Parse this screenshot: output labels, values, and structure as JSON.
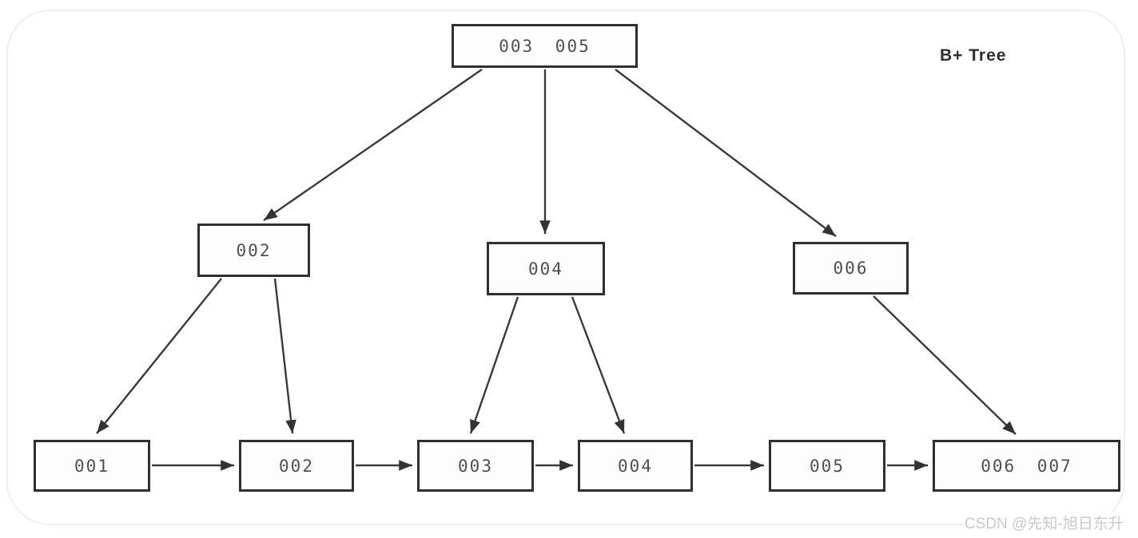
{
  "title": "B+ Tree",
  "watermark": "CSDN @先知-旭日东升",
  "colors": {
    "line": "#3a3a3a",
    "box_border": "#2f2f2f",
    "node_text": "#4f4f4f",
    "title_text": "#2f2f2f",
    "watermark_text": "#c9c9c9",
    "card_border": "#efefef"
  },
  "nodes": {
    "root": {
      "label": "003 005"
    },
    "internal_002": {
      "label": "002"
    },
    "internal_004": {
      "label": "004"
    },
    "internal_006": {
      "label": "006"
    },
    "leaf_001": {
      "label": "001"
    },
    "leaf_002": {
      "label": "002"
    },
    "leaf_003": {
      "label": "003"
    },
    "leaf_004": {
      "label": "004"
    },
    "leaf_005": {
      "label": "005"
    },
    "leaf_006_007": {
      "label": "006 007"
    }
  },
  "edges": {
    "tree": [
      {
        "from": "root",
        "to": "internal_002"
      },
      {
        "from": "root",
        "to": "internal_004"
      },
      {
        "from": "root",
        "to": "internal_006"
      },
      {
        "from": "internal_002",
        "to": "leaf_001"
      },
      {
        "from": "internal_002",
        "to": "leaf_002"
      },
      {
        "from": "internal_004",
        "to": "leaf_003"
      },
      {
        "from": "internal_004",
        "to": "leaf_004"
      },
      {
        "from": "internal_006",
        "to": "leaf_006_007"
      }
    ],
    "leaf_chain": [
      {
        "from": "leaf_001",
        "to": "leaf_002"
      },
      {
        "from": "leaf_002",
        "to": "leaf_003"
      },
      {
        "from": "leaf_003",
        "to": "leaf_004"
      },
      {
        "from": "leaf_004",
        "to": "leaf_005"
      },
      {
        "from": "leaf_005",
        "to": "leaf_006_007"
      }
    ]
  }
}
